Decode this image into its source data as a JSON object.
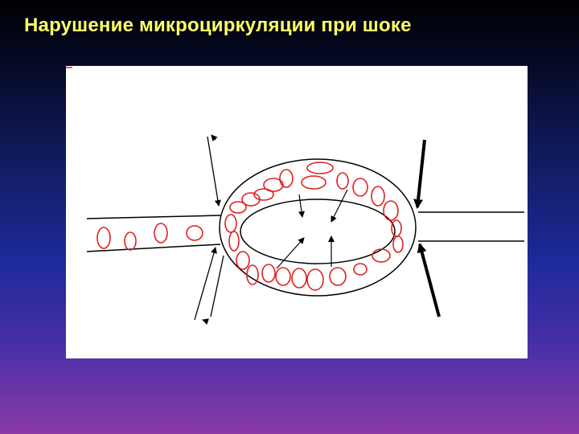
{
  "slide": {
    "title": "Нарушение микроциркуляции при шоке"
  },
  "colors": {
    "title": "#ffff66",
    "panel": "#ffffff",
    "cell_outline": "#e02020",
    "vessel_line": "#000000"
  },
  "diagram": {
    "elements": [
      "inflow-vessel",
      "outflow-vessel",
      "capillary-ring",
      "red-blood-cells",
      "thin-arrows",
      "thick-arrows"
    ]
  }
}
